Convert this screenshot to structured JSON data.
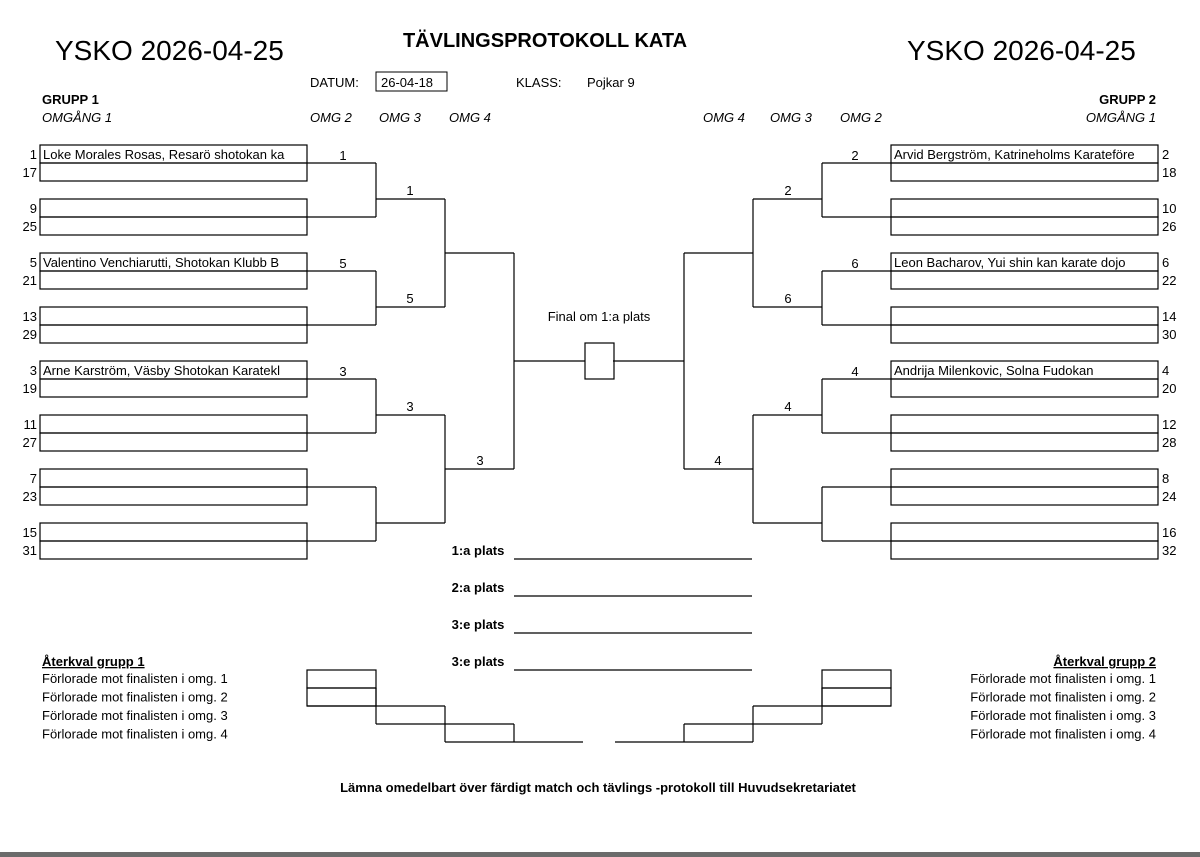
{
  "header": {
    "left_event": "YSKO 2026-04-25",
    "right_event": "YSKO 2026-04-25",
    "title": "TÄVLINGSPROTOKOLL KATA",
    "datum_label": "DATUM:",
    "datum_value": "26-04-18",
    "klass_label": "KLASS:",
    "klass_value": "Pojkar 9"
  },
  "group1": {
    "title": "GRUPP 1",
    "round1": "OMGÅNG 1",
    "round_labels": [
      "OMG 2",
      "OMG 3",
      "OMG 4"
    ],
    "entries": [
      {
        "seed": "1",
        "name": "Loke Morales Rosas, Resarö shotokan ka"
      },
      {
        "seed": "17",
        "name": ""
      },
      {
        "seed": "9",
        "name": ""
      },
      {
        "seed": "25",
        "name": ""
      },
      {
        "seed": "5",
        "name": "Valentino Venchiarutti, Shotokan Klubb B"
      },
      {
        "seed": "21",
        "name": ""
      },
      {
        "seed": "13",
        "name": ""
      },
      {
        "seed": "29",
        "name": ""
      },
      {
        "seed": "3",
        "name": "Arne Karström, Väsby Shotokan Karatekl"
      },
      {
        "seed": "19",
        "name": ""
      },
      {
        "seed": "11",
        "name": ""
      },
      {
        "seed": "27",
        "name": ""
      },
      {
        "seed": "7",
        "name": ""
      },
      {
        "seed": "23",
        "name": ""
      },
      {
        "seed": "15",
        "name": ""
      },
      {
        "seed": "31",
        "name": ""
      }
    ],
    "omg2": [
      "1",
      "5",
      "3",
      ""
    ],
    "omg3": [
      "1",
      "5",
      "3",
      ""
    ],
    "omg4": [
      "",
      "3"
    ]
  },
  "group2": {
    "title": "GRUPP 2",
    "round1": "OMGÅNG 1",
    "round_labels": [
      "OMG 2",
      "OMG 3",
      "OMG 4"
    ],
    "entries": [
      {
        "seed": "2",
        "name": "Arvid Bergström, Katrineholms Karateföre"
      },
      {
        "seed": "18",
        "name": ""
      },
      {
        "seed": "10",
        "name": ""
      },
      {
        "seed": "26",
        "name": ""
      },
      {
        "seed": "6",
        "name": "Leon Bacharov, Yui shin kan karate dojo"
      },
      {
        "seed": "22",
        "name": ""
      },
      {
        "seed": "14",
        "name": ""
      },
      {
        "seed": "30",
        "name": ""
      },
      {
        "seed": "4",
        "name": "Andrija Milenkovic, Solna Fudokan"
      },
      {
        "seed": "20",
        "name": ""
      },
      {
        "seed": "12",
        "name": ""
      },
      {
        "seed": "28",
        "name": ""
      },
      {
        "seed": "8",
        "name": ""
      },
      {
        "seed": "24",
        "name": ""
      },
      {
        "seed": "16",
        "name": ""
      },
      {
        "seed": "32",
        "name": ""
      }
    ],
    "omg2": [
      "2",
      "6",
      "4",
      ""
    ],
    "omg3": [
      "2",
      "6",
      "4",
      ""
    ],
    "omg4": [
      "",
      "4"
    ]
  },
  "final": {
    "label": "Final om 1:a plats"
  },
  "placements": [
    "1:a plats",
    "2:a plats",
    "3:e plats",
    "3:e plats"
  ],
  "repechage": {
    "left_title": "Återkval grupp 1",
    "right_title": "Återkval grupp 2",
    "items": [
      "Förlorade mot finalisten i omg. 1",
      "Förlorade mot finalisten i omg. 2",
      "Förlorade mot finalisten i omg. 3",
      "Förlorade mot finalisten i omg. 4"
    ]
  },
  "footer": "Lämna omedelbart över färdigt match och tävlings -protokoll till Huvudsekretariatet"
}
